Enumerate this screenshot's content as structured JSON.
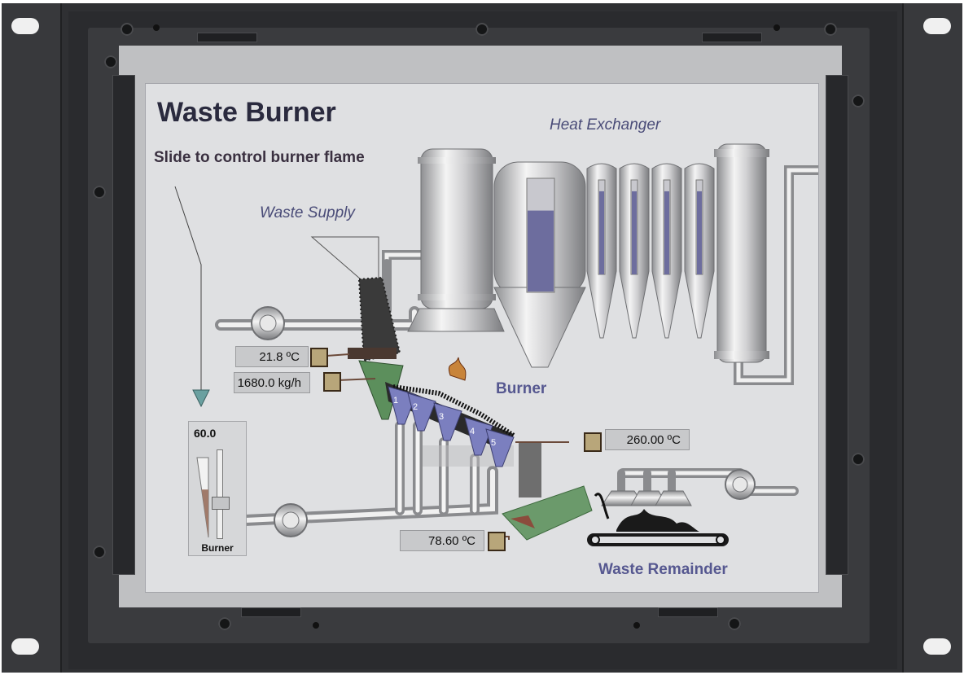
{
  "screen": {
    "title": "Waste Burner",
    "instruction": "Slide to control burner flame",
    "labels": {
      "heat_exchanger": "Heat Exchanger",
      "waste_supply": "Waste Supply",
      "burner": "Burner",
      "waste_remainder": "Waste Remainder"
    },
    "readouts": {
      "supply_temp": "21.8 ºC",
      "feed_rate": "1680.0 kg/h",
      "burner_temp": "260.00 ºC",
      "remainder_temp": "78.60 ºC"
    },
    "slider": {
      "value_text": "60.0",
      "label": "Burner",
      "level_fraction": 0.6
    },
    "grate_zones": [
      "1",
      "2",
      "3",
      "4",
      "5"
    ],
    "exchanger_levels": [
      0.72,
      0.88,
      0.88,
      0.88,
      0.88
    ]
  },
  "colors": {
    "frame": "#2f3033",
    "screen_bg": "#dfe0e2",
    "title_text": "#2a2a3e",
    "label_blue": "#565890",
    "level_fill": "#6d6d9e",
    "grate_purple": "#7b7fbf",
    "ash_green": "#6b9a6b"
  }
}
